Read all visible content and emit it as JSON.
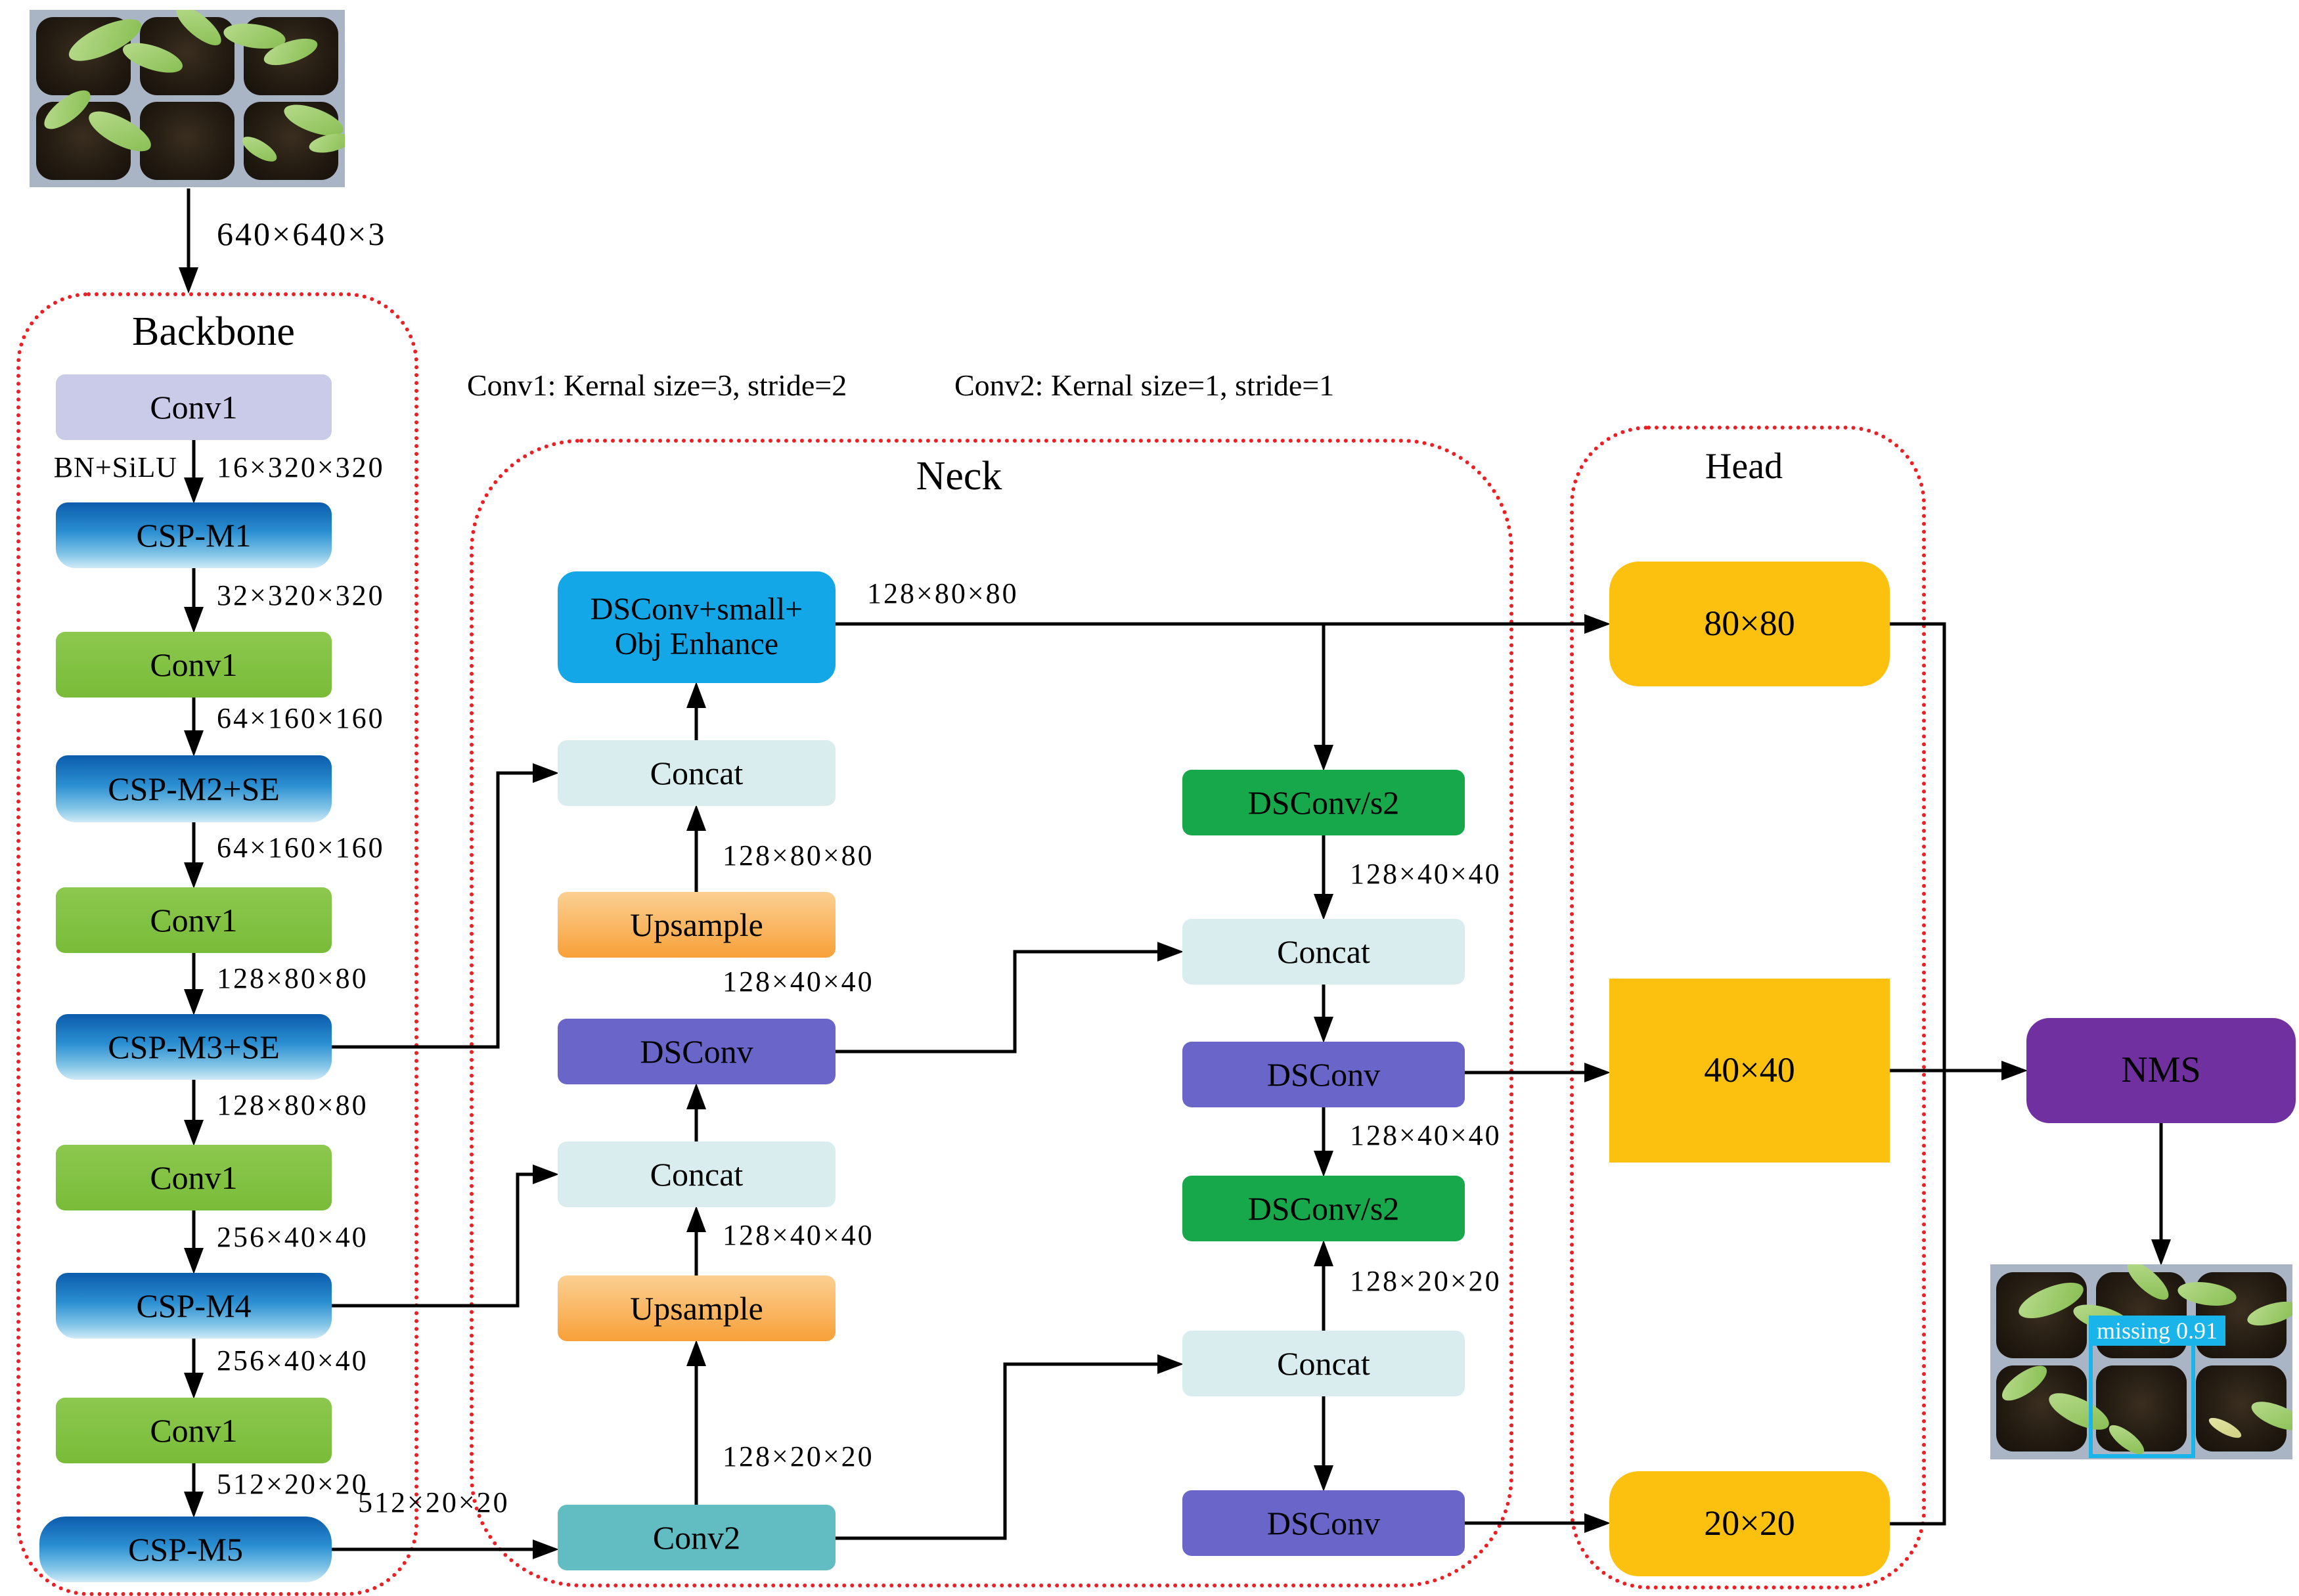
{
  "annotations": {
    "conv1_note": "Conv1: Kernal size=3, stride=2",
    "conv2_note": "Conv2: Kernal size=1, stride=1"
  },
  "input_image": {
    "dim": "640×640×3"
  },
  "backbone": {
    "title": "Backbone",
    "bn_label": "BN+SiLU",
    "blocks": [
      "Conv1",
      "CSP-M1",
      "Conv1",
      "CSP-M2+SE",
      "Conv1",
      "CSP-M3+SE",
      "Conv1",
      "CSP-M4",
      "Conv1",
      "CSP-M5"
    ],
    "dims": [
      "16×320×320",
      "32×320×320",
      "64×160×160",
      "64×160×160",
      "128×80×80",
      "128×80×80",
      "256×40×40",
      "256×40×40",
      "512×20×20"
    ],
    "out_dim": "512×20×20"
  },
  "neck": {
    "title": "Neck",
    "obj_enhance": {
      "line1": "DSConv+small+",
      "line2": "Obj Enhance",
      "out_dim": "128×80×80"
    },
    "left_column": {
      "concat1": "Concat",
      "upsample1": "Upsample",
      "dsconv": "DSConv",
      "concat2": "Concat",
      "upsample2": "Upsample",
      "conv2": "Conv2"
    },
    "right_column": {
      "dsconv_s2_top": "DSConv/s2",
      "concat_top": "Concat",
      "dsconv_top": "DSConv",
      "dsconv_s2_bottom": "DSConv/s2",
      "concat_bottom": "Concat",
      "dsconv_bottom": "DSConv"
    },
    "dims": {
      "upsample1_out": "128×80×80",
      "dsconv_in": "128×40×40",
      "upsample2_out": "128×40×40",
      "conv2_up": "128×20×20",
      "s2_top_out": "128×40×40",
      "dsconv_top_out": "128×40×40",
      "concat_bottom_up": "128×20×20"
    }
  },
  "head": {
    "title": "Head",
    "scales": [
      "80×80",
      "40×40",
      "20×20"
    ]
  },
  "nms": {
    "label": "NMS"
  },
  "output_image": {
    "detection_label": "missing 0.91"
  }
}
